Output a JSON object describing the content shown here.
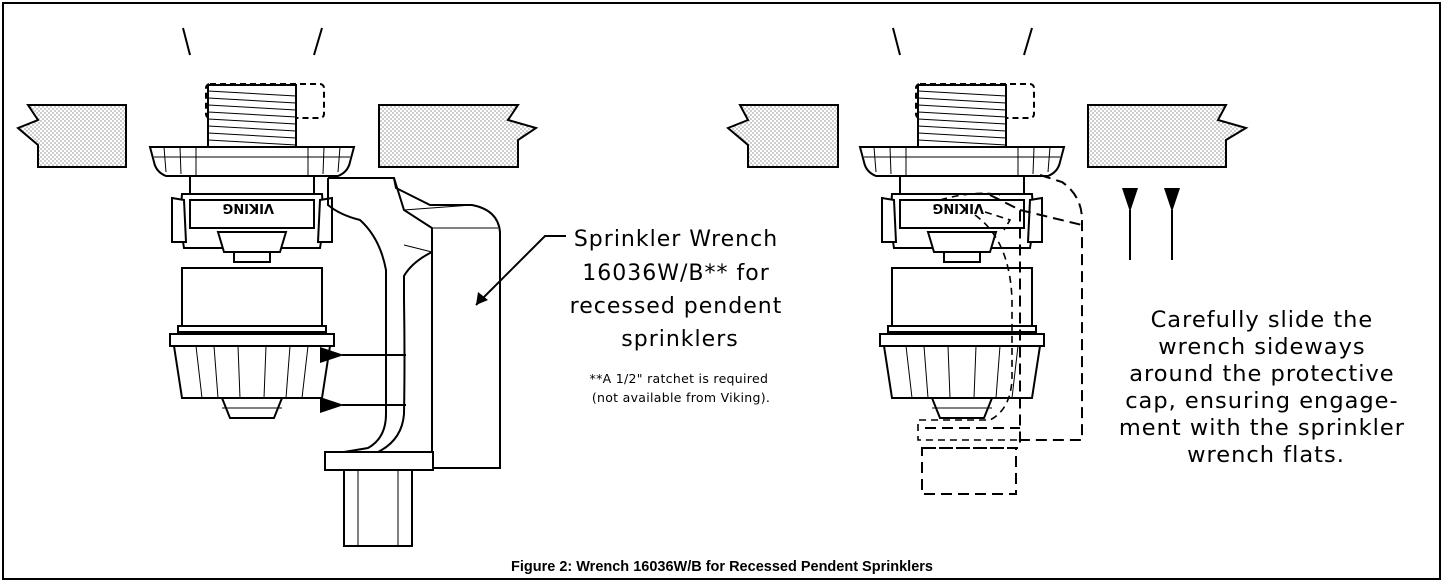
{
  "diagram": {
    "callout": {
      "lines": [
        "Sprinkler Wrench",
        "16036W/B** for",
        "recessed pendent",
        "sprinklers"
      ]
    },
    "note": {
      "lines": [
        "**A 1/2\" ratchet is required",
        "(not available from Viking)."
      ]
    },
    "instruction": {
      "lines": [
        "Carefully slide the",
        "wrench sideways",
        "around the protective",
        "cap, ensuring engage-",
        "ment with the sprinkler",
        "wrench flats."
      ]
    },
    "brand_mark": "VIKING"
  },
  "caption": "Figure 2:  Wrench 16036W/B for Recessed Pendent Sprinklers",
  "colors": {
    "ink": "#000000",
    "background": "#ffffff",
    "ceiling_fill": "#d9d9d9"
  }
}
